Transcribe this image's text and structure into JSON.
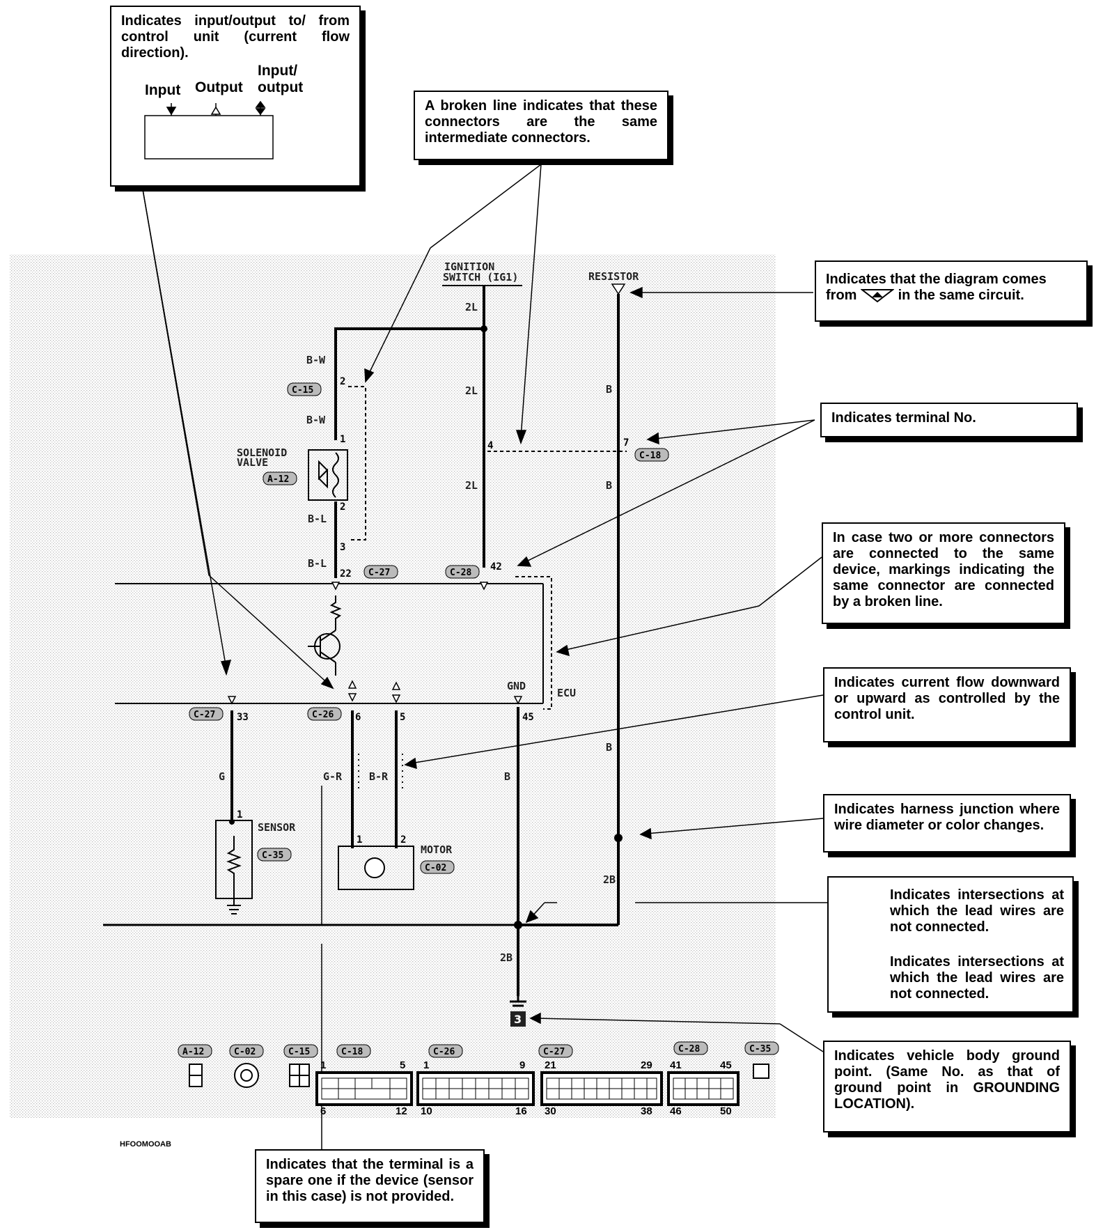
{
  "callouts": {
    "io": {
      "text": "Indicates input/output to/ from control unit (current flow direction).",
      "input_label": "Input",
      "output_label": "Output",
      "io_label_line1": "Input/",
      "io_label_line2": "output"
    },
    "broken_line": "A broken line indicates that these connectors are the same intermediate connectors.",
    "same_circuit_prefix": "Indicates that the diagram comes from",
    "same_circuit_suffix": "in the same circuit.",
    "terminal_no": "Indicates terminal No.",
    "same_device": "In case two or more connectors are connected to the same device, markings indicating the same connector are connected by a broken line.",
    "current_flow": "Indicates current flow downward or upward as controlled by the control unit.",
    "harness_junction": "Indicates harness junction where wire diameter or color changes.",
    "intersect_not_connected": "Indicates intersections at which the lead wires are not connected.",
    "intersect_connected": "Indicates intersections at which the lead wires are not connected.",
    "ground_point": "Indicates vehicle body ground point. (Same No. as that of ground point in GROUNDING LOCATION).",
    "spare_terminal": "Indicates that the terminal is a spare one if the device (sensor in this case) is not provided."
  },
  "diagram": {
    "ignition_label_1": "IGNITION",
    "ignition_label_2": "SWITCH (IG1)",
    "resistor_label": "RESISTOR",
    "solenoid_label_1": "SOLENOID",
    "solenoid_label_2": "VALVE",
    "sensor_label": "SENSOR",
    "motor_label": "MOTOR",
    "gnd_label": "GND",
    "ecu_label": "ECU",
    "wire_labels": {
      "w_2l_a": "2L",
      "w_2l_b": "2L",
      "w_2l_c": "2L",
      "w_bw_a": "B-W",
      "w_bw_b": "B-W",
      "w_bl_a": "B-L",
      "w_bl_b": "B-L",
      "w_b_a": "B",
      "w_b_b": "B",
      "w_b_c": "B",
      "w_b_d": "B",
      "w_g": "G",
      "w_gr": "G-R",
      "w_br": "B-R",
      "w_2b_a": "2B",
      "w_2b_b": "2B"
    },
    "connectors": {
      "c15": "C-15",
      "a12": "A-12",
      "c18": "C-18",
      "c27a": "C-27",
      "c28": "C-28",
      "c27b": "C-27",
      "c26": "C-26",
      "c35": "C-35",
      "c02": "C-02"
    },
    "terminals": {
      "t_c15_2": "2",
      "t_sol_1": "1",
      "t_sol_2": "2",
      "t_sol_3": "3",
      "t_c18_4": "4",
      "t_c18_7": "7",
      "t_22": "22",
      "t_42": "42",
      "t_33": "33",
      "t_6": "6",
      "t_5": "5",
      "t_45": "45",
      "t_sensor_1": "1",
      "t_motor_1": "1",
      "t_motor_2": "2"
    },
    "ground_no": "3",
    "image_code": "HFOOMOOAB"
  },
  "legend": {
    "labels": [
      "A-12",
      "C-02",
      "C-15",
      "C-18",
      "C-26",
      "C-27",
      "C-28",
      "C-35"
    ],
    "c18_nums": [
      "1",
      "5",
      "6",
      "12"
    ],
    "c26_nums": [
      "1",
      "9",
      "10",
      "16"
    ],
    "c27_nums": [
      "21",
      "29",
      "30",
      "38"
    ],
    "c28_nums": [
      "41",
      "45",
      "46",
      "50"
    ]
  }
}
